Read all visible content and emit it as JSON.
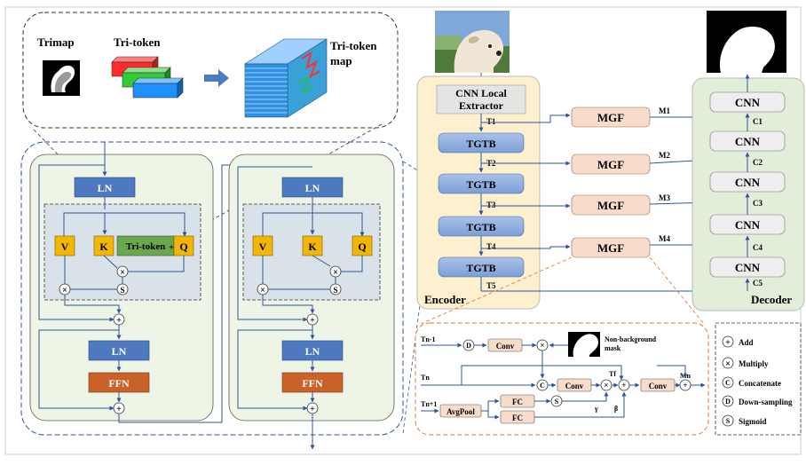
{
  "top": {
    "trimap": "Trimap",
    "tri_token": "Tri-token",
    "tri_token_map_line1": "Tri-token",
    "tri_token_map_line2": "map"
  },
  "block": {
    "ln": "LN",
    "v": "V",
    "k": "K",
    "q": "Q",
    "tri_token": "Tri-token",
    "plus": "+",
    "ffn": "FFN",
    "sigmoid": "S",
    "multiply": "×",
    "add": "+"
  },
  "encoder": {
    "title": "Encoder",
    "cnn_line1": "CNN Local",
    "cnn_line2": "Extractor",
    "tgtb": "TGTB",
    "t_labels": [
      "T1",
      "T2",
      "T3",
      "T4",
      "T5"
    ]
  },
  "mgf": {
    "label": "MGF",
    "m_labels": [
      "M1",
      "M2",
      "M3",
      "M4"
    ]
  },
  "decoder": {
    "title": "Decoder",
    "cnn": "CNN",
    "c_labels": [
      "C1",
      "C2",
      "C3",
      "C4",
      "C5"
    ]
  },
  "detail": {
    "tn_1": "Tn-1",
    "tn": "Tn",
    "tn1": "Tn+1",
    "d": "D",
    "conv": "Conv",
    "mask_line1": "Non-background",
    "mask_line2": "mask",
    "c": "C",
    "tf": "Tf",
    "mn": "Mn",
    "avgpool": "AvgPool",
    "fc": "FC",
    "s": "S",
    "gamma": "γ",
    "beta": "β"
  },
  "legend": {
    "add": "Add",
    "multiply": "Multiply",
    "concatenate": "Concatenate",
    "downsampling": "Down-sampling",
    "sigmoid": "Sigmoid"
  },
  "colors": {
    "ln": "#4e79c0",
    "ffn": "#c8622a",
    "vkq": "#f2b705",
    "tri_token": "#6aa84f",
    "tgtb": "#8eaadb",
    "mgf": "#f8dccb",
    "encoder_bg": "#fdf0cf",
    "decoder_bg": "#e2eed9",
    "block_bg": "#eef5e6",
    "attn_bg": "#d9e2e8",
    "arrow": "#2f5597",
    "dash_orange": "#e07b39"
  }
}
